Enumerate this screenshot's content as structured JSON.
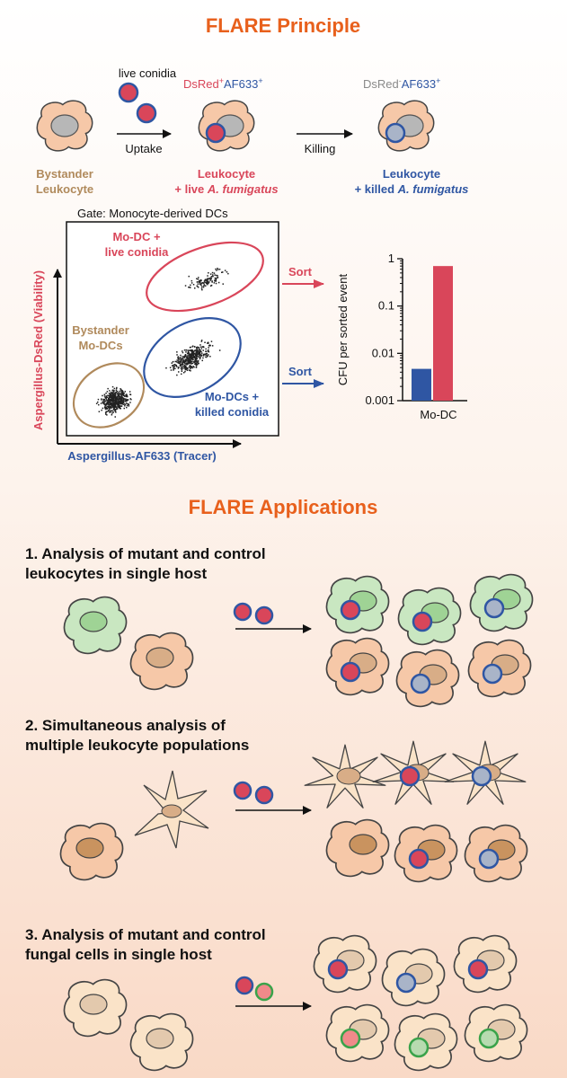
{
  "colors": {
    "orange": "#e8601c",
    "red": "#d9465a",
    "blue": "#2f56a3",
    "tan": "#b08a5c",
    "gray": "#8a8a8a",
    "cell_fill": "#f6c8a8",
    "green_cell": "#c9e7c1",
    "green": "#3aa34a"
  },
  "principle": {
    "title": "FLARE Principle",
    "live_conidia": "live conidia",
    "uptake": "Uptake",
    "killing": "Killing",
    "dsred_pos": "DsRed",
    "sup_plus": "+",
    "sup_minus": "-",
    "af633": "AF633",
    "dsred_neg": "DsRed",
    "bystander": [
      "Bystander",
      "Leukocyte"
    ],
    "leuk_live": [
      "Leukocyte",
      "+ live ",
      "A. fumigatus"
    ],
    "leuk_killed": [
      "Leukocyte",
      "+ killed ",
      "A. fumigatus"
    ]
  },
  "flow": {
    "gate": "Gate: Monocyte-derived DCs",
    "ylabel": "Aspergillus-DsRed (Viability)",
    "xlabel": "Aspergillus-AF633 (Tracer)",
    "gate_live": [
      "Mo-DC +",
      "live conidia"
    ],
    "gate_bystander": [
      "Bystander",
      "Mo-DCs"
    ],
    "gate_killed": [
      "Mo-DCs +",
      "killed conidia"
    ],
    "sort": "Sort"
  },
  "chart_data": {
    "type": "bar",
    "categories": [
      "Mo-DC"
    ],
    "series": [
      {
        "color": "#2f56a3",
        "values": [
          0.0047
        ]
      },
      {
        "color": "#d9465a",
        "values": [
          0.7
        ]
      }
    ],
    "ylabel": "CFU per sorted event",
    "yscale": "log",
    "ylim": [
      0.001,
      1
    ],
    "yticks": [
      "1",
      "0.1",
      "0.01",
      "0.001"
    ]
  },
  "applications": {
    "title": "FLARE Applications",
    "app1": [
      "1. Analysis of mutant and control",
      "leukocytes in single host"
    ],
    "app2": [
      "2. Simultaneous analysis of",
      "multiple leukocyte populations"
    ],
    "app3": [
      "3. Analysis of mutant and control",
      "fungal cells in single host"
    ]
  }
}
